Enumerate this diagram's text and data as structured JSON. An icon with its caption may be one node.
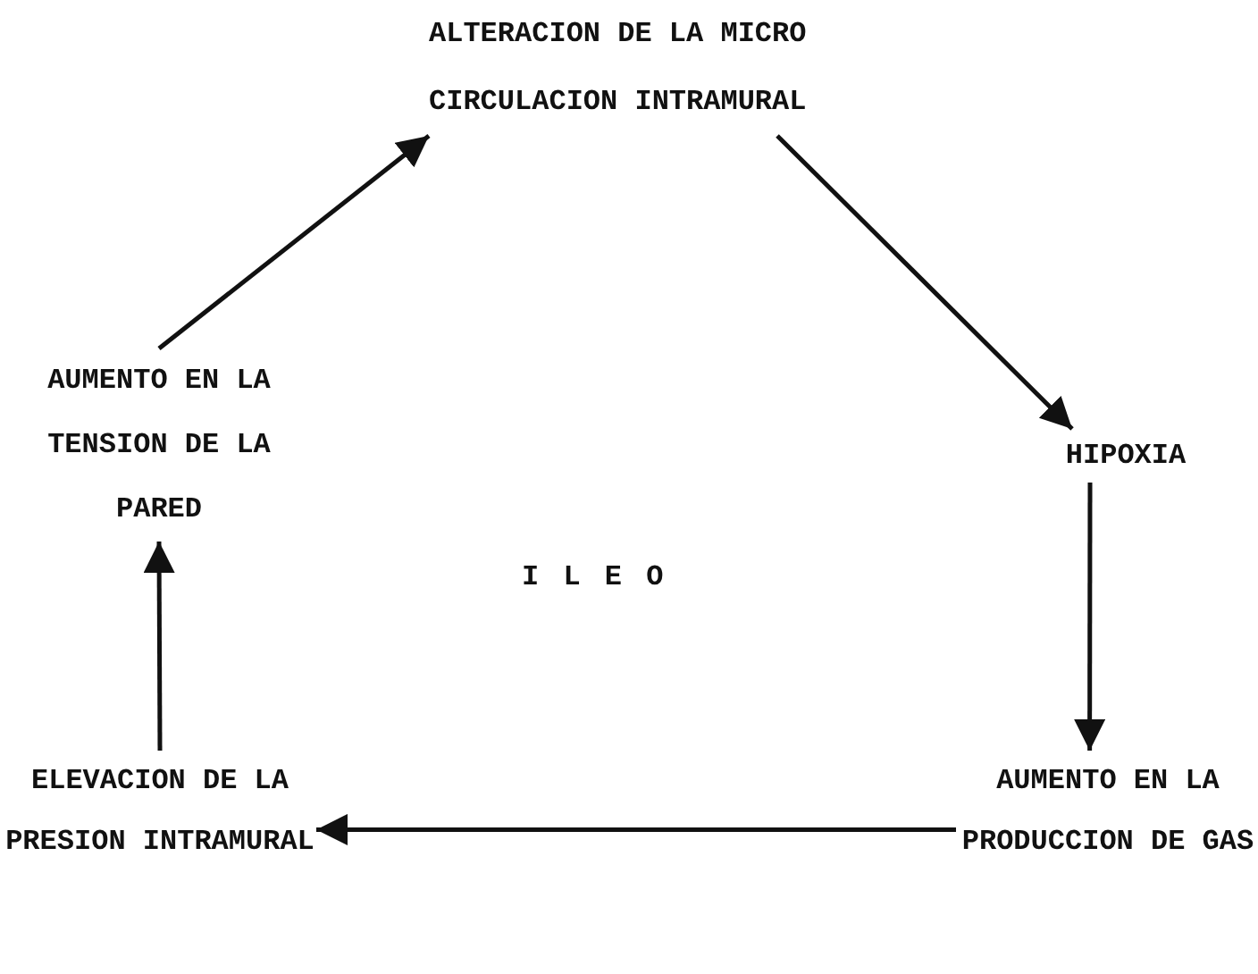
{
  "diagram": {
    "nodes": [
      {
        "text": [
          "ALTERACION DE LA MICRO CIRCULACION INTRAMURAL"
        ]
      },
      {
        "text": [
          "HIPOXIA"
        ]
      },
      {
        "text": [
          "AUMENTO EN LA PRODUCCION DE GAS"
        ]
      },
      {
        "text": [
          "ELEVACION DE LA PRESION INTRAMURAL"
        ]
      },
      {
        "text": [
          "AUMENTO EN LA TENSION DE LA PARED"
        ]
      }
    ],
    "edges": [
      {
        "from": 0,
        "to": 1,
        "arrow": "to"
      },
      {
        "from": 1,
        "to": 2,
        "arrow": "to"
      },
      {
        "from": 2,
        "to": 3,
        "arrow": "to"
      },
      {
        "from": 3,
        "to": 4,
        "arrow": "to"
      },
      {
        "from": 4,
        "to": 0,
        "arrow": "to"
      }
    ],
    "labels": [
      "I L E O"
    ]
  }
}
